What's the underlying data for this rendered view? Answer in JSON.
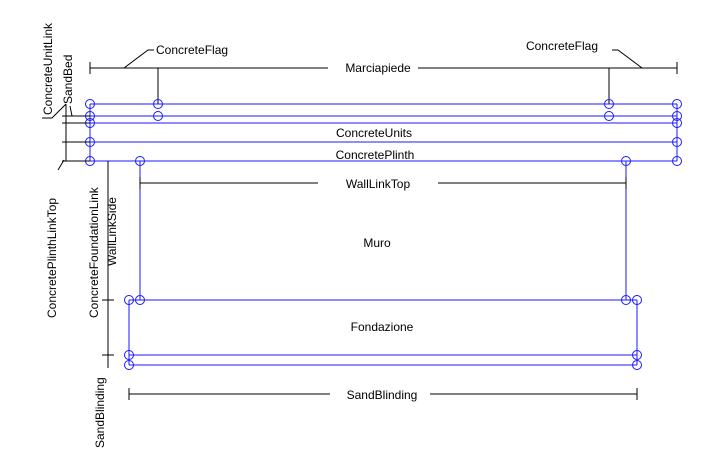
{
  "labels": {
    "concrete_flag_left": "ConcreteFlag",
    "concrete_flag_right": "ConcreteFlag",
    "marciapiede": "Marciapiede",
    "concrete_units": "ConcreteUnits",
    "concrete_plinth": "ConcretePlinth",
    "wall_link_top": "WallLinkTop",
    "muro": "Muro",
    "fondazione": "Fondazione",
    "sand_blinding_bottom": "SandBlinding",
    "concrete_unit_link": "ConcreteUnitLink",
    "sand_bed": "SandBed",
    "concrete_plinth_link_top": "ConcretePlinthLinkTop",
    "concrete_foundation_link": "ConcreteFoundationLink",
    "wall_link_side": "WallLinkSide",
    "sand_blinding_side": "SandBlinding"
  },
  "colors": {
    "parts": "#1a1aff",
    "dimensions": "#000000",
    "background": "#ffffff"
  }
}
